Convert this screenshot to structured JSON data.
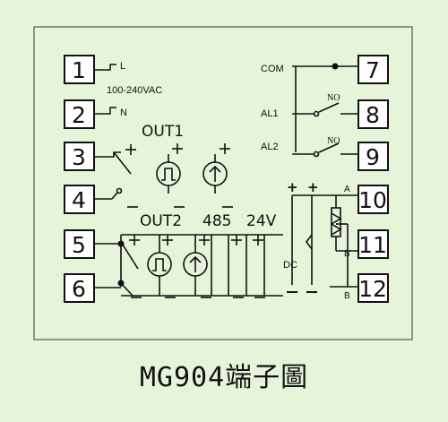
{
  "caption": "MG904端子圖",
  "terminals": [
    "1",
    "2",
    "3",
    "4",
    "5",
    "6",
    "7",
    "8",
    "9",
    "10",
    "11",
    "12"
  ],
  "labels": {
    "L": "L",
    "N": "N",
    "voltage": "100-240VAC",
    "com": "COM",
    "al1": "AL1",
    "al2": "AL2",
    "no": "NO",
    "out1": "OUT1",
    "out2": "OUT2",
    "v485": "485",
    "v24": "24V",
    "dc": "DC",
    "a": "A",
    "b": "B",
    "plus": "+",
    "minus": "−"
  }
}
